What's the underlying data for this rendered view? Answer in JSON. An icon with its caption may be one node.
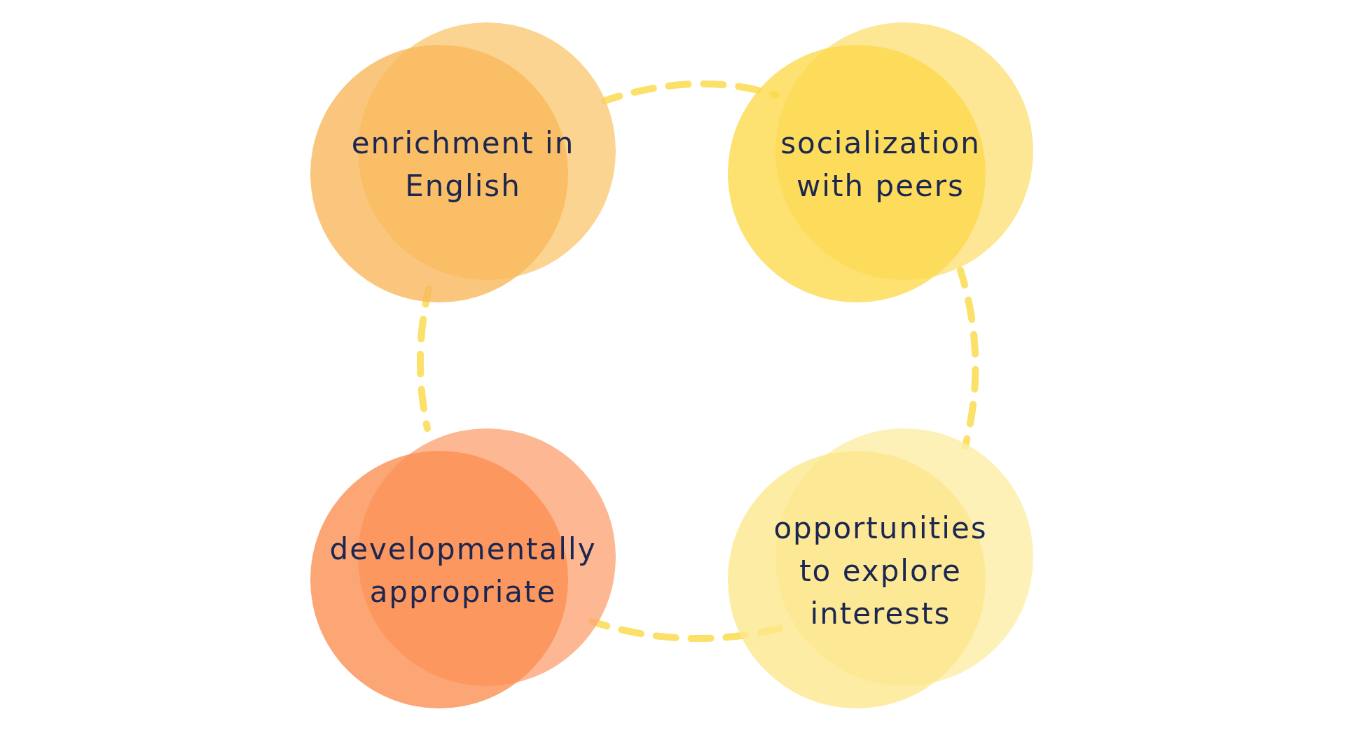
{
  "diagram": {
    "nodes": [
      {
        "text": [
          "enrichment in English"
        ]
      },
      {
        "text": [
          "socialization with peers"
        ]
      },
      {
        "text": [
          "developmentally appropriate"
        ]
      },
      {
        "text": [
          "opportunities to explore interests"
        ]
      }
    ],
    "edges": [
      {
        "from": 0,
        "to": 1,
        "arrow": "none",
        "style": "dashed"
      },
      {
        "from": 1,
        "to": 3,
        "arrow": "none",
        "style": "dashed"
      },
      {
        "from": 2,
        "to": 3,
        "arrow": "none",
        "style": "dashed"
      },
      {
        "from": 0,
        "to": 2,
        "arrow": "none",
        "style": "dashed"
      }
    ]
  }
}
